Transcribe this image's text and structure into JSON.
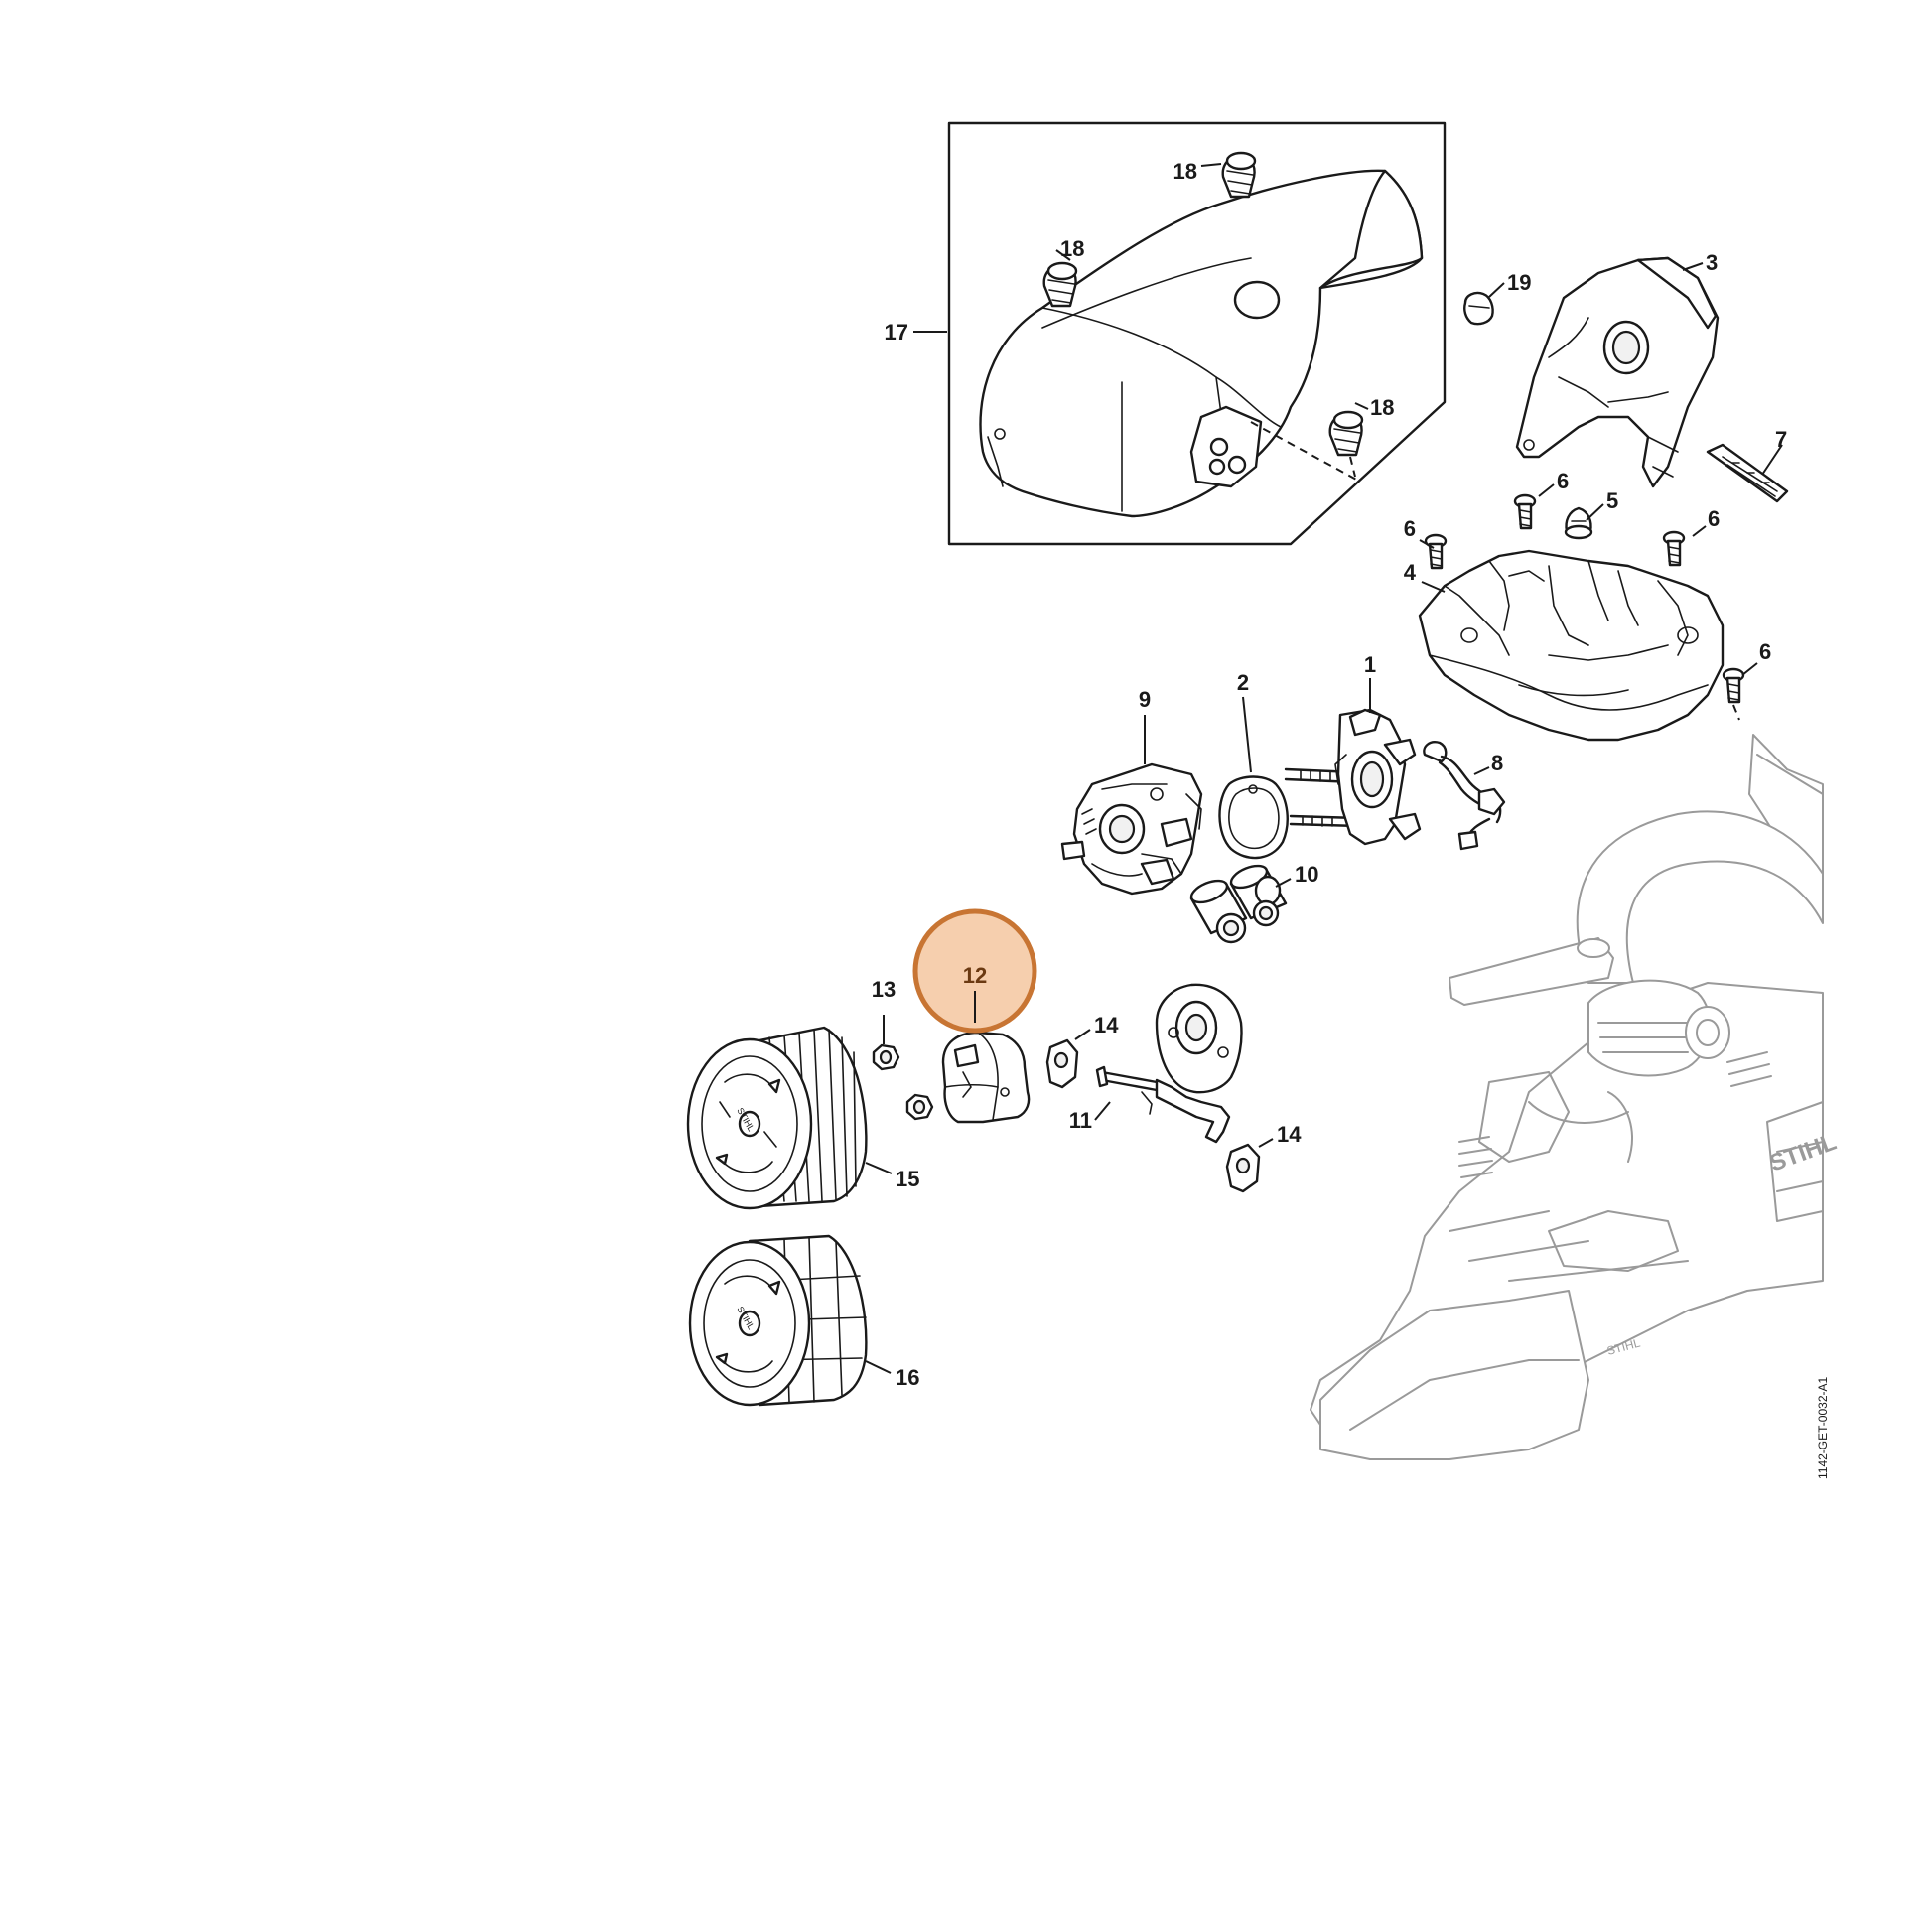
{
  "drawing_id": "1142-GET-0032-A1",
  "highlight": {
    "label": "12",
    "color": "#c87533",
    "fill": "#f6cfae"
  },
  "callouts": {
    "c1": "1",
    "c2": "2",
    "c3": "3",
    "c4": "4",
    "c5": "5",
    "c6a": "6",
    "c6b": "6",
    "c6c": "6",
    "c6d": "6",
    "c7": "7",
    "c8": "8",
    "c9": "9",
    "c10": "10",
    "c11": "11",
    "c13": "13",
    "c14a": "14",
    "c14b": "14",
    "c15": "15",
    "c16": "16",
    "c17": "17",
    "c18a": "18",
    "c18b": "18",
    "c18c": "18",
    "c19": "19"
  }
}
